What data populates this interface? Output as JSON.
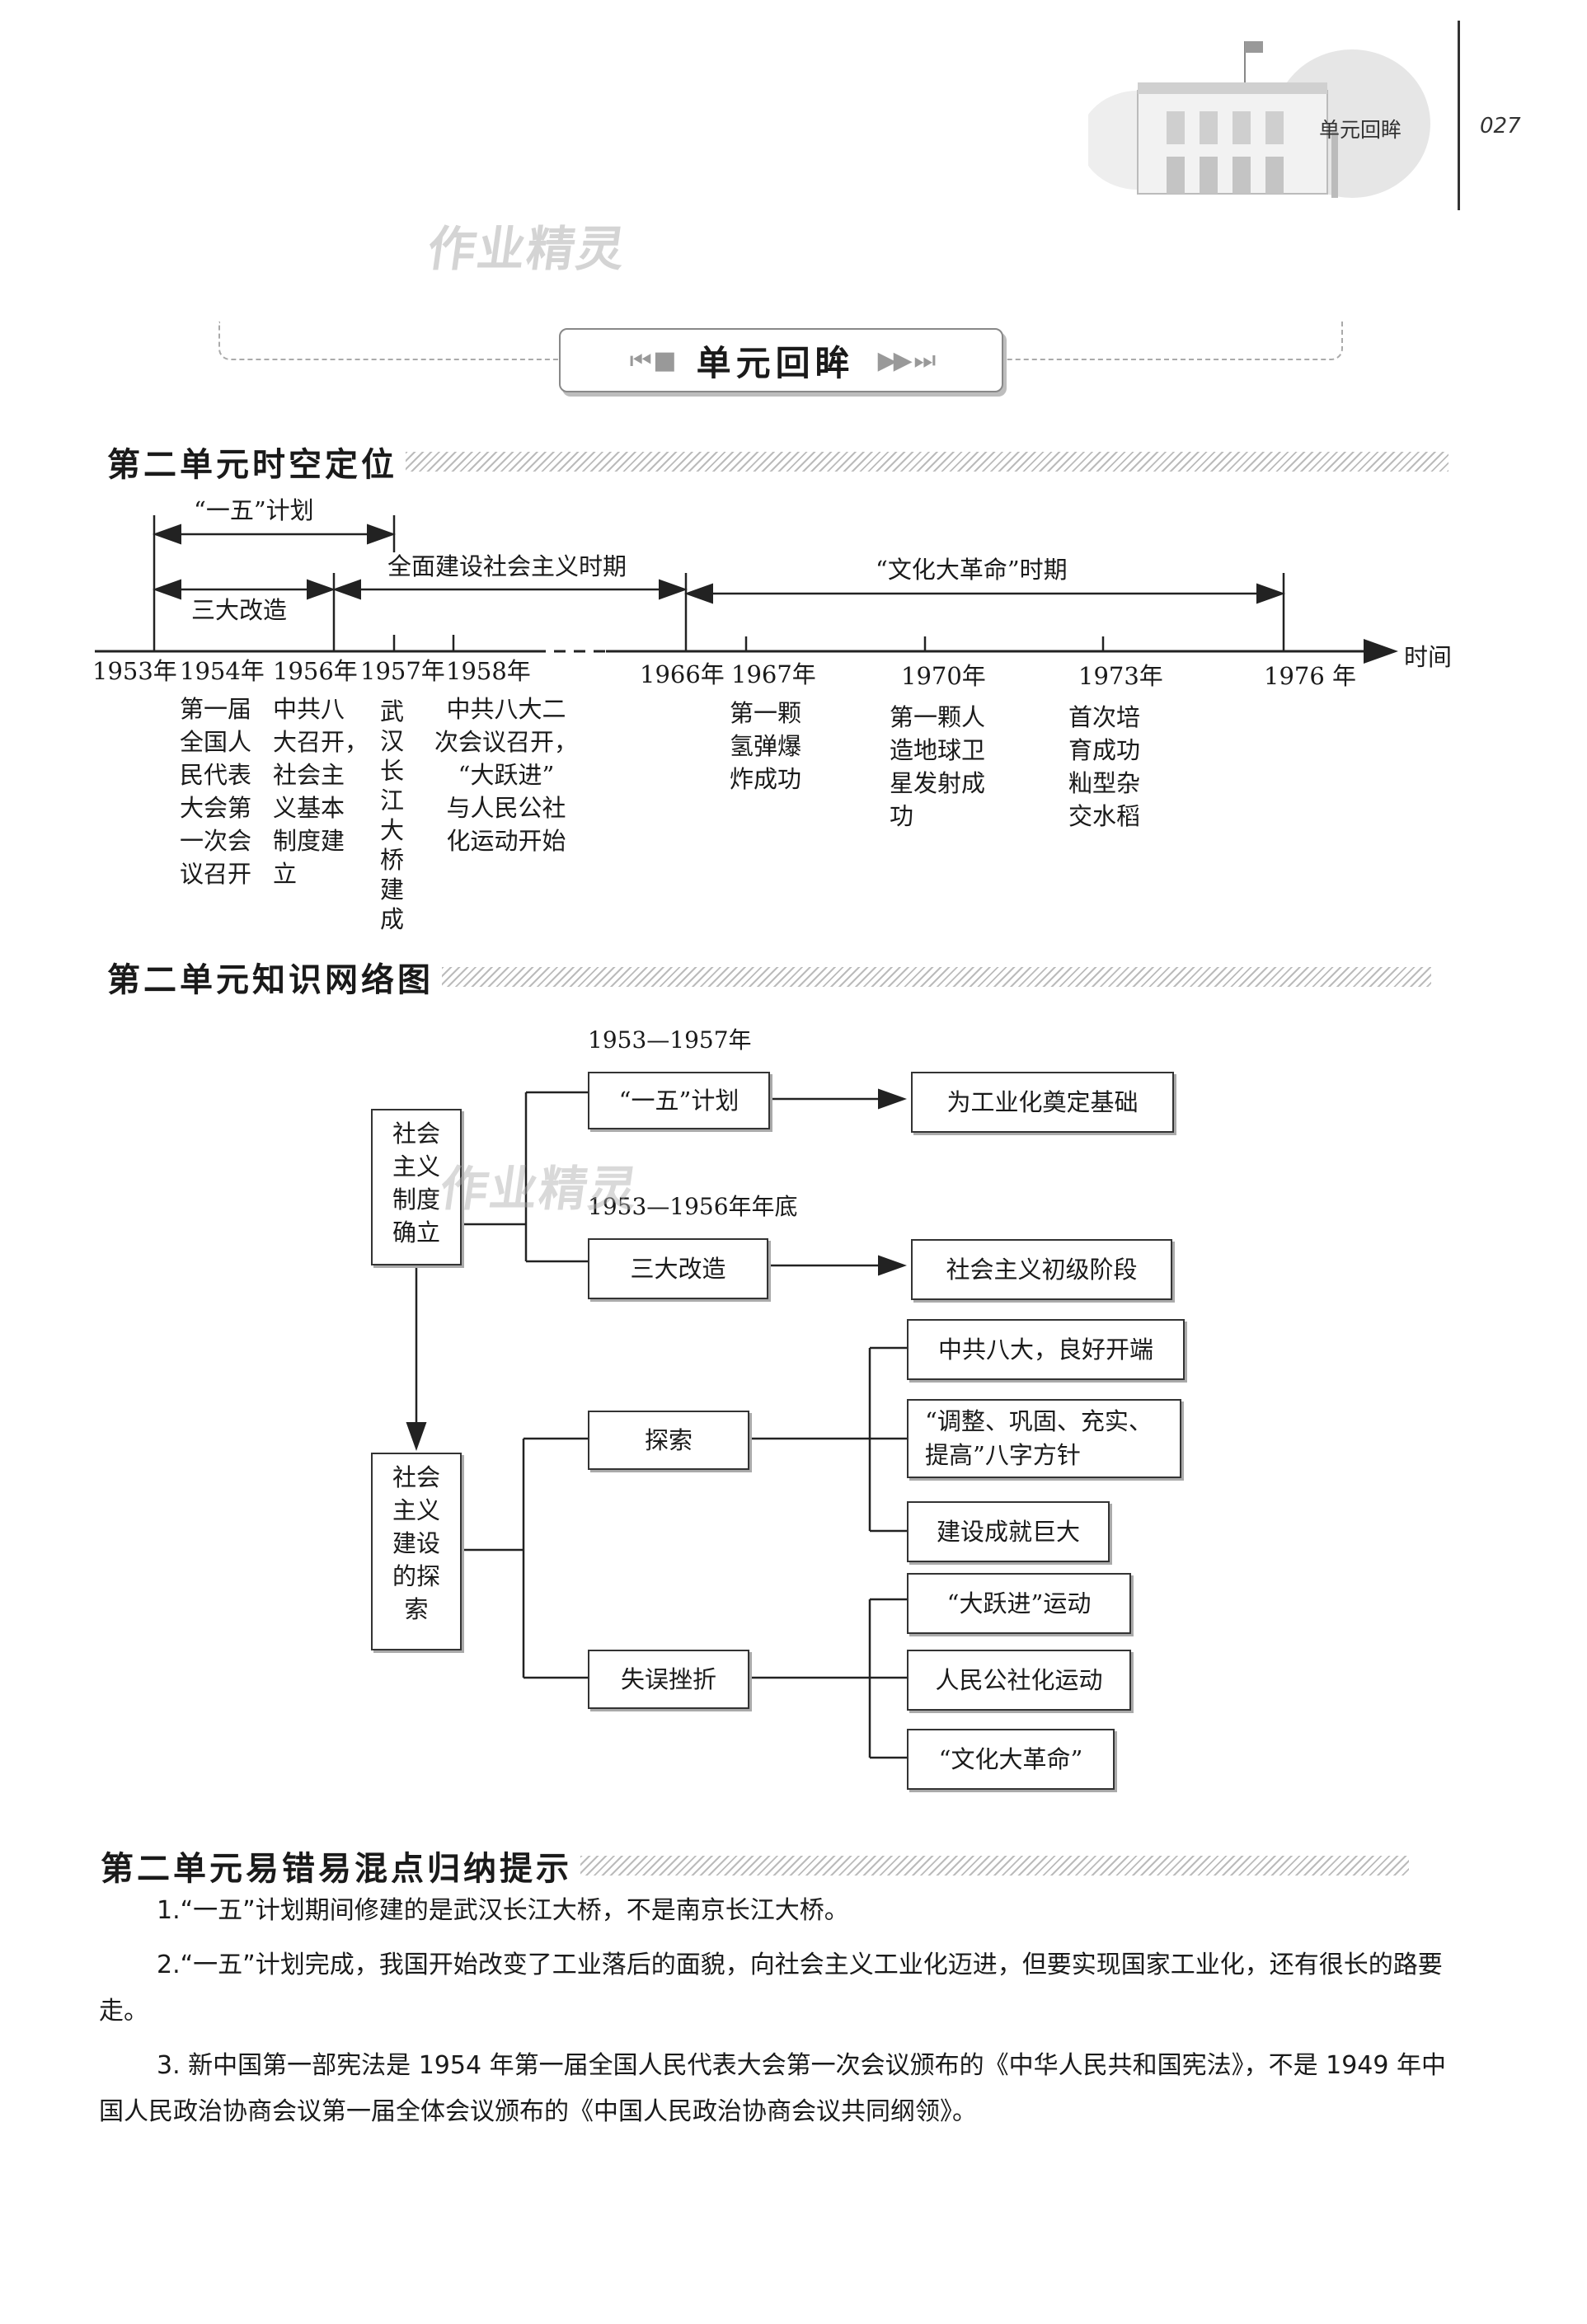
{
  "header": {
    "section_label": "单元回眸",
    "page_number": "027"
  },
  "watermark": "作业精灵",
  "banner": {
    "title": "单元回眸"
  },
  "section1": {
    "title": "第二单元时空定位",
    "axis_label": "时间",
    "periods": {
      "five_year_plan": "“一五”计划",
      "three_reforms": "三大改造",
      "full_construction": "全面建设社会主义时期",
      "cultural_revolution": "“文化大革命”时期"
    },
    "years": [
      "1953年",
      "1954年",
      "1956年",
      "1957年",
      "1958年",
      "1966年",
      "1967年",
      "1970年",
      "1973年",
      "1976 年"
    ],
    "events": {
      "e1954": [
        "第一届",
        "全国人",
        "民代表",
        "大会第",
        "一次会",
        "议召开"
      ],
      "e1956": [
        "中共八",
        "大召开，",
        "社会主",
        "义基本",
        "制度建",
        "立"
      ],
      "e1957": "武汉长江大桥建成",
      "e1958": [
        "中共八大二",
        "次会议召开，",
        "“大跃进”",
        "与人民公社",
        "化运动开始"
      ],
      "e1967": [
        "第一颗",
        "氢弹爆",
        "炸成功"
      ],
      "e1970": [
        "第一颗人",
        "造地球卫",
        "星发射成",
        "功"
      ],
      "e1973": [
        "首次培",
        "育成功",
        "籼型杂",
        "交水稻"
      ]
    }
  },
  "section2": {
    "title": "第二单元知识网络图",
    "root1": "社会主义制度确立",
    "root2": "社会主义建设的探索",
    "date1": "1953—1957年",
    "date2": "1953—1956年年底",
    "n_five_year": "“一五”计划",
    "n_five_year_result": "为工业化奠定基础",
    "n_reform": "三大改造",
    "n_reform_result": "社会主义初级阶段",
    "n_explore": "探索",
    "n_setback": "失误挫折",
    "explore_items": [
      "中共八大，良好开端",
      "“调整、巩固、充实、提高”八字方针",
      "建设成就巨大"
    ],
    "setback_items": [
      "“大跃进”运动",
      "人民公社化运动",
      "“文化大革命”"
    ]
  },
  "section3": {
    "title": "第二单元易错易混点归纳提示",
    "notes": [
      "1.“一五”计划期间修建的是武汉长江大桥，不是南京长江大桥。",
      "2.“一五”计划完成，我国开始改变了工业落后的面貌，向社会主义工业化迈进，但要实现国家工业化，还有很长的路要走。",
      "3. 新中国第一部宪法是 1954 年第一届全国人民代表大会第一次会议颁布的《中华人民共和国宪法》，不是 1949 年中国人民政治协商会议第一届全体会议颁布的《中国人民政治协商会议共同纲领》。"
    ]
  }
}
